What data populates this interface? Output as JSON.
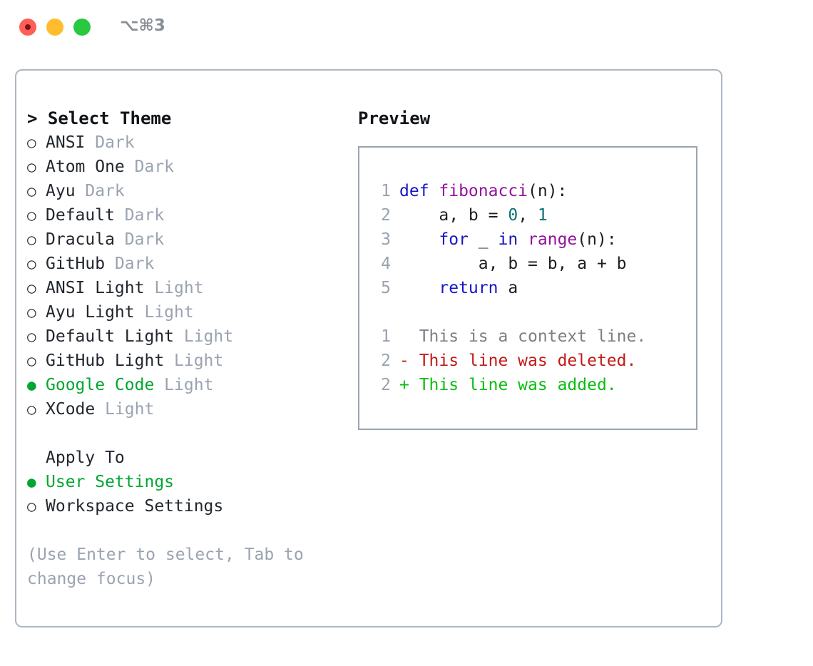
{
  "titlebar": {
    "shortcut": "⌥⌘3",
    "buttons": [
      {
        "name": "close",
        "color": "#ff5f57"
      },
      {
        "name": "minimize",
        "color": "#febc2e"
      },
      {
        "name": "maximize",
        "color": "#28c840"
      }
    ]
  },
  "theme_picker": {
    "header": "> Select Theme",
    "items": [
      {
        "bullet": "○",
        "label": "ANSI",
        "suffix": " Dark",
        "selected": false
      },
      {
        "bullet": "○",
        "label": "Atom One",
        "suffix": " Dark",
        "selected": false
      },
      {
        "bullet": "○",
        "label": "Ayu",
        "suffix": " Dark",
        "selected": false
      },
      {
        "bullet": "○",
        "label": "Default",
        "suffix": " Dark",
        "selected": false
      },
      {
        "bullet": "○",
        "label": "Dracula",
        "suffix": " Dark",
        "selected": false
      },
      {
        "bullet": "○",
        "label": "GitHub",
        "suffix": " Dark",
        "selected": false
      },
      {
        "bullet": "○",
        "label": "ANSI Light",
        "suffix": " Light",
        "selected": false
      },
      {
        "bullet": "○",
        "label": "Ayu Light",
        "suffix": " Light",
        "selected": false
      },
      {
        "bullet": "○",
        "label": "Default Light",
        "suffix": " Light",
        "selected": false
      },
      {
        "bullet": "○",
        "label": "GitHub Light",
        "suffix": " Light",
        "selected": false
      },
      {
        "bullet": "●",
        "label": "Google Code",
        "suffix": " Light",
        "selected": true
      },
      {
        "bullet": "○",
        "label": "XCode",
        "suffix": " Light",
        "selected": false
      }
    ]
  },
  "apply_to": {
    "title": "Apply To",
    "items": [
      {
        "bullet": "●",
        "label": "User Settings",
        "selected": true
      },
      {
        "bullet": "○",
        "label": "Workspace Settings",
        "selected": false
      }
    ]
  },
  "hint": "(Use Enter to select, Tab to change focus)",
  "preview": {
    "title": "Preview",
    "code_lines": [
      {
        "no": "1",
        "tokens": [
          {
            "t": "def ",
            "c": "kw"
          },
          {
            "t": "fibonacci",
            "c": "fn"
          },
          {
            "t": "(n):",
            "c": "pl"
          }
        ]
      },
      {
        "no": "2",
        "tokens": [
          {
            "t": "    a, b = ",
            "c": "pl"
          },
          {
            "t": "0",
            "c": "num"
          },
          {
            "t": ", ",
            "c": "pl"
          },
          {
            "t": "1",
            "c": "num"
          }
        ]
      },
      {
        "no": "3",
        "tokens": [
          {
            "t": "    ",
            "c": "pl"
          },
          {
            "t": "for",
            "c": "kw"
          },
          {
            "t": " _ ",
            "c": "pl"
          },
          {
            "t": "in",
            "c": "kw"
          },
          {
            "t": " ",
            "c": "pl"
          },
          {
            "t": "range",
            "c": "fn"
          },
          {
            "t": "(n):",
            "c": "pl"
          }
        ]
      },
      {
        "no": "4",
        "tokens": [
          {
            "t": "        a, b = b, a + b",
            "c": "pl"
          }
        ]
      },
      {
        "no": "5",
        "tokens": [
          {
            "t": "    ",
            "c": "pl"
          },
          {
            "t": "return",
            "c": "kw"
          },
          {
            "t": " a",
            "c": "pl"
          }
        ]
      }
    ],
    "diff_lines": [
      {
        "no": "1",
        "marker": " ",
        "text": " This is a context line.",
        "kind": "ctx"
      },
      {
        "no": "2",
        "marker": "-",
        "text": " This line was deleted.",
        "kind": "del"
      },
      {
        "no": "2",
        "marker": "+",
        "text": " This line was added.",
        "kind": "add"
      }
    ]
  },
  "colors": {
    "accent_green": "#00a632",
    "muted": "#9aa3b1",
    "keyword": "#1616c4",
    "function": "#92119c",
    "number": "#0a7373",
    "plain": "#1c2024",
    "diff_context": "#7b8086",
    "diff_deleted": "#c21a16",
    "diff_added": "#0bbd12",
    "border": "#aeb7c2",
    "code_border": "#9aa5b1"
  }
}
